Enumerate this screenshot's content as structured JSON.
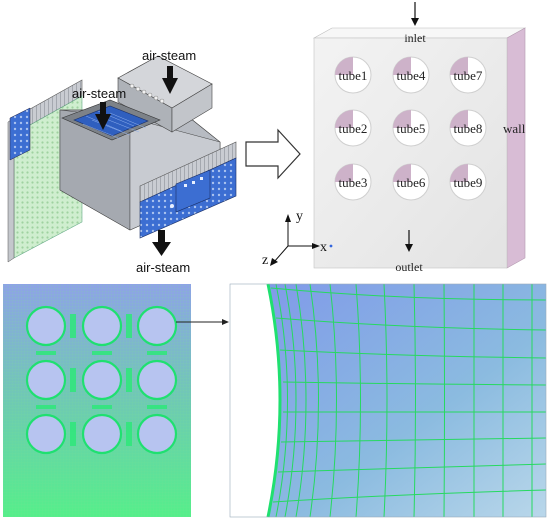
{
  "condenser": {
    "label_top_right": "air-steam",
    "label_top_left": "air-steam",
    "label_bottom": "air-steam"
  },
  "domain_block": {
    "inlet": "inlet",
    "outlet": "outlet",
    "wall": "wall",
    "tubes": [
      "tube1",
      "tube4",
      "tube7",
      "tube2",
      "tube5",
      "tube8",
      "tube3",
      "tube6",
      "tube9"
    ]
  },
  "axes": {
    "x": "x",
    "y": "y",
    "z": "z"
  },
  "colors": {
    "block_face": "#ececec",
    "block_side": "#d7b9d3",
    "mesh_line": "#22dd55",
    "mesh_bg_top": "#8fa3e6",
    "mesh_bg_bottom": "#53ee8c",
    "condenser_blue": "#3a6fd0",
    "condenser_grey": "#9a9ea4"
  }
}
